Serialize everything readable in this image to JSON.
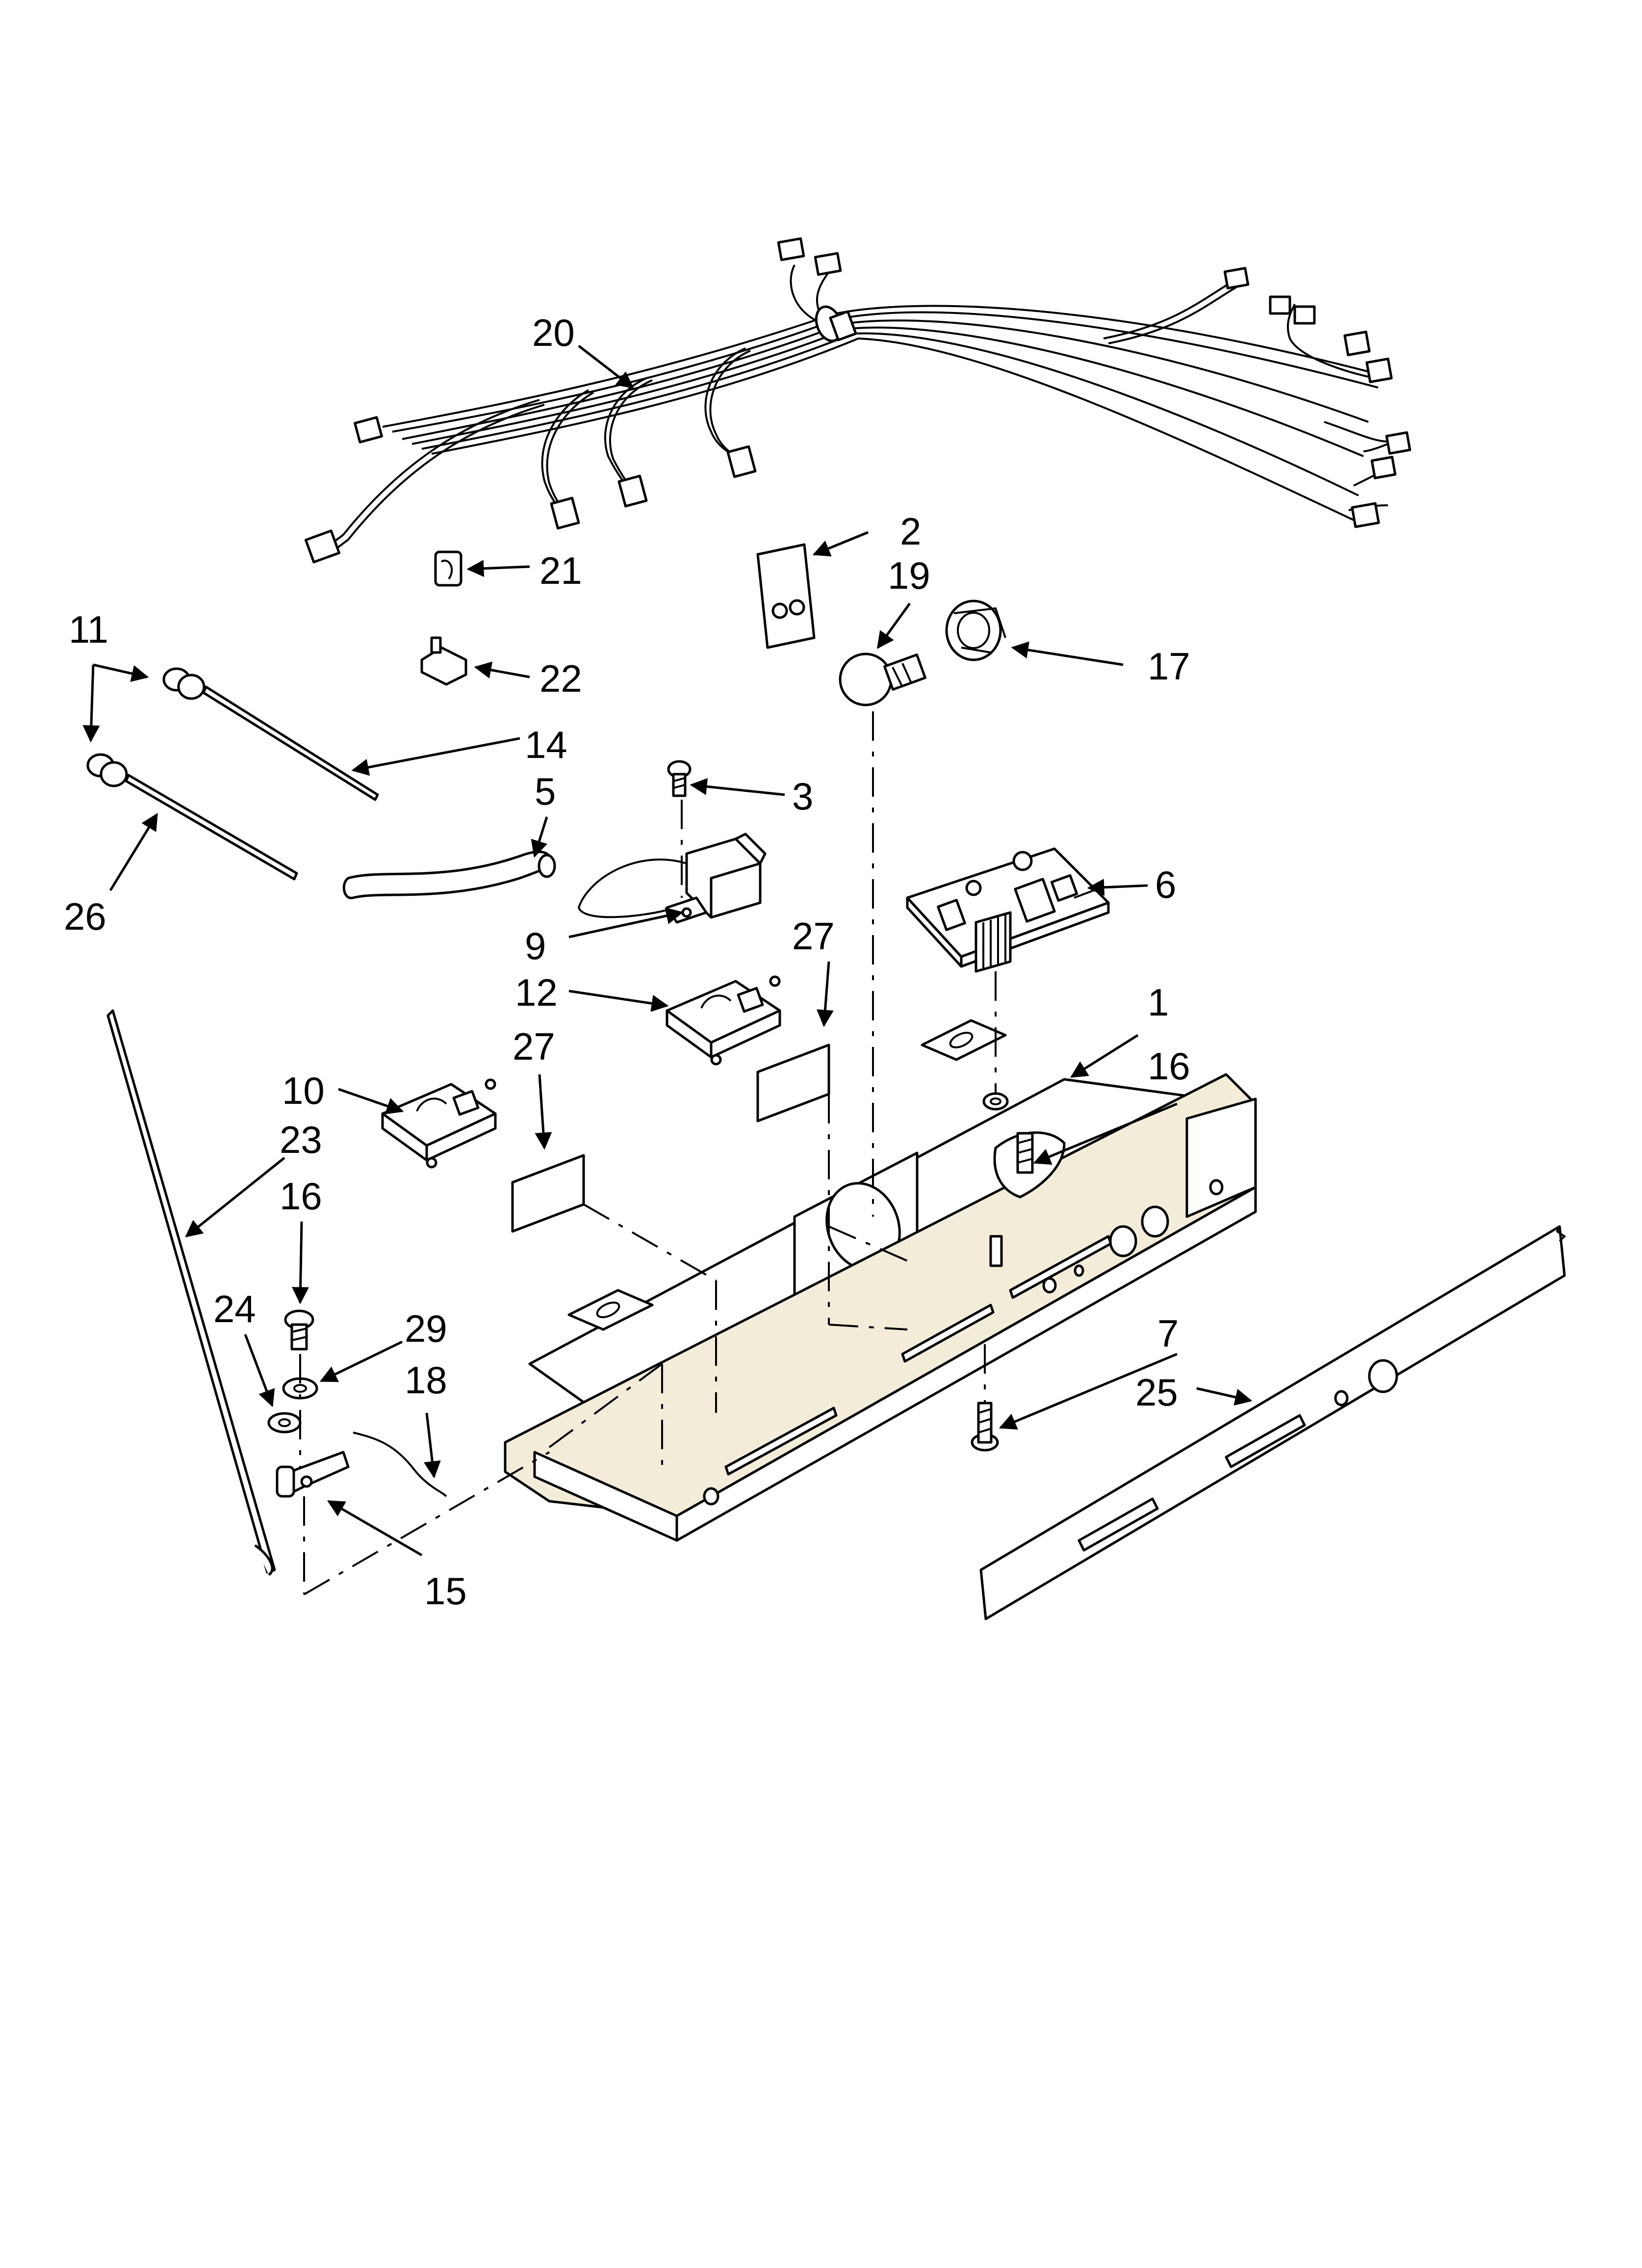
{
  "callouts": [
    {
      "id": "c20",
      "text": "20"
    },
    {
      "id": "c21",
      "text": "21"
    },
    {
      "id": "c2",
      "text": "2"
    },
    {
      "id": "c19",
      "text": "19"
    },
    {
      "id": "c17",
      "text": "17"
    },
    {
      "id": "c11",
      "text": "11"
    },
    {
      "id": "c22",
      "text": "22"
    },
    {
      "id": "c14",
      "text": "14"
    },
    {
      "id": "c3",
      "text": "3"
    },
    {
      "id": "c5",
      "text": "5"
    },
    {
      "id": "c26",
      "text": "26"
    },
    {
      "id": "c6",
      "text": "6"
    },
    {
      "id": "c9",
      "text": "9"
    },
    {
      "id": "c27a",
      "text": "27"
    },
    {
      "id": "c12",
      "text": "12"
    },
    {
      "id": "c1",
      "text": "1"
    },
    {
      "id": "c27b",
      "text": "27"
    },
    {
      "id": "c16a",
      "text": "16"
    },
    {
      "id": "c10",
      "text": "10"
    },
    {
      "id": "c23",
      "text": "23"
    },
    {
      "id": "c16b",
      "text": "16"
    },
    {
      "id": "c24",
      "text": "24"
    },
    {
      "id": "c29",
      "text": "29"
    },
    {
      "id": "c7",
      "text": "7"
    },
    {
      "id": "c18",
      "text": "18"
    },
    {
      "id": "c25",
      "text": "25"
    },
    {
      "id": "c15",
      "text": "15"
    }
  ]
}
